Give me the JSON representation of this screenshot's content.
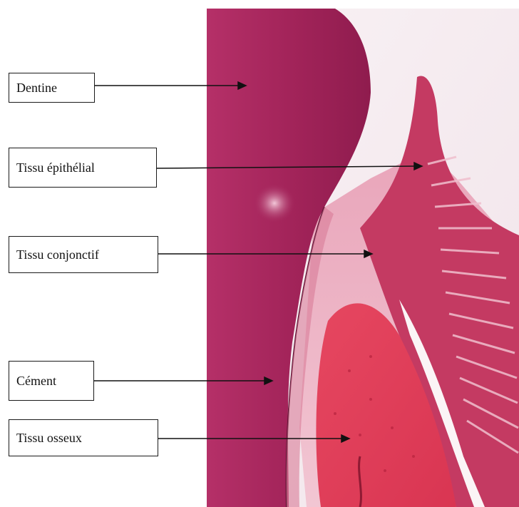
{
  "labels": {
    "dentine": "Dentine",
    "epithelial": "Tissu épithélial",
    "conjonctif": "Tissu conjonctif",
    "cement": "Cément",
    "osseux": "Tissu osseux"
  },
  "colors": {
    "dentine": "#a8255c",
    "epithelium": "#c8375f",
    "connective": "#e8a6b8",
    "bone": "#e0405a",
    "background_lumen": "#f6eef1",
    "label_border": "#1a1a1a"
  }
}
